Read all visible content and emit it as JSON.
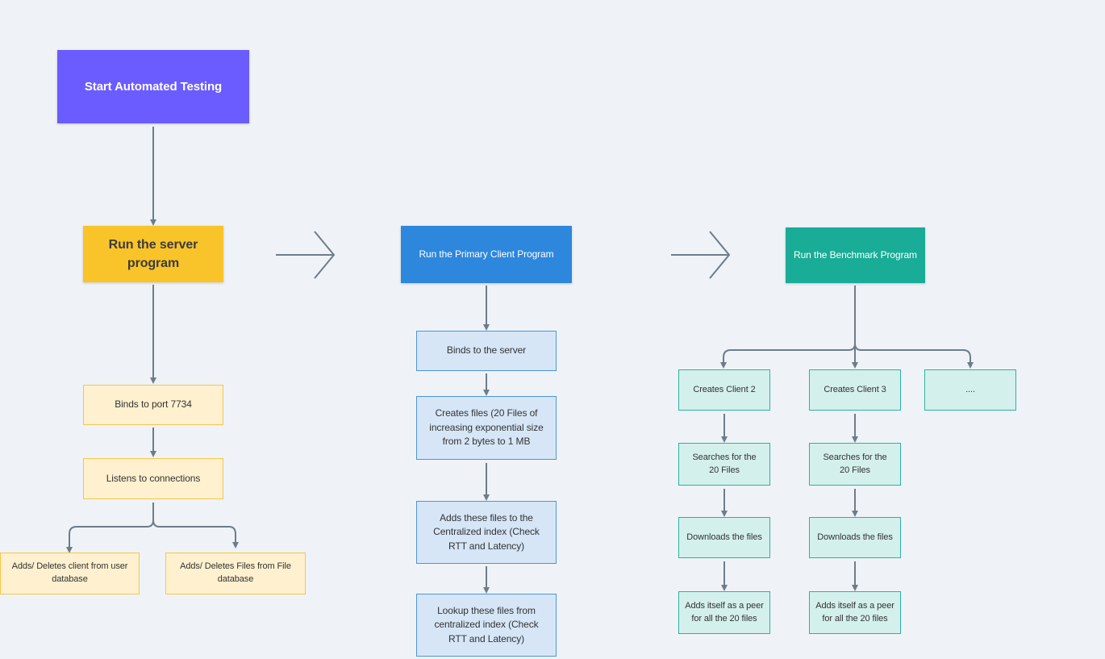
{
  "colors": {
    "background": "#eff3f7",
    "start": "#6a5cff",
    "server": "#f9c42a",
    "server_children_fill": "#fff1cf",
    "primary": "#2d87dc",
    "primary_children_fill": "#d6e6f7",
    "benchmark": "#19ac97",
    "benchmark_children_fill": "#d4f0ec",
    "connector": "#6e7c8a"
  },
  "start": {
    "label": "Start Automated Testing"
  },
  "server": {
    "label": "Run the server program",
    "steps": [
      "Binds to port 7734",
      "Listens to connections"
    ],
    "branches": [
      "Adds/ Deletes client from user database",
      "Adds/ Deletes Files from File database"
    ]
  },
  "primary": {
    "label": "Run the Primary Client Program",
    "steps": [
      "Binds to the server",
      "Creates files (20 Files of increasing exponential size from 2 bytes to 1 MB",
      "Adds these files to the Centralized index (Check RTT and Latency)",
      "Lookup these files from centralized index (Check RTT and Latency)"
    ]
  },
  "benchmark": {
    "label": "Run the Benchmark Program",
    "clients": [
      {
        "label": "Creates Client 2",
        "steps": [
          "Searches for the 20 Files",
          "Downloads the files",
          "Adds itself as a peer for all the 20 files"
        ]
      },
      {
        "label": "Creates Client 3",
        "steps": [
          "Searches for the 20 Files",
          "Downloads the files",
          "Adds itself as a peer for all the 20 files"
        ]
      },
      {
        "label": "...."
      }
    ]
  }
}
